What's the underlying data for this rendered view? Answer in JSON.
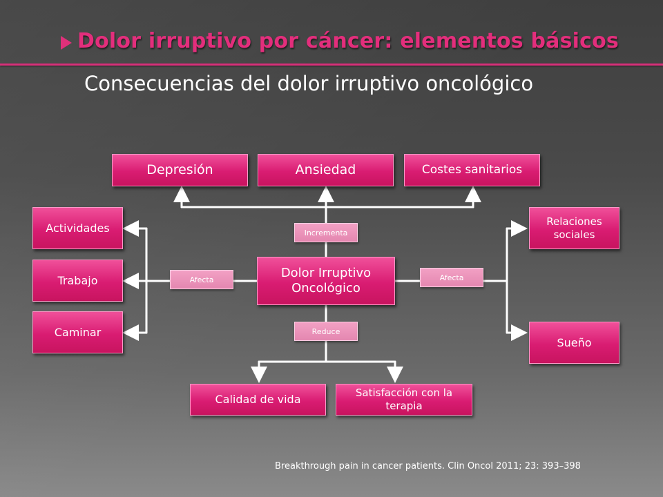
{
  "slide": {
    "title": "Dolor irruptivo por cáncer: elementos básicos",
    "subtitle": "Consecuencias del dolor irruptivo oncológico",
    "citation": "Breakthrough pain in cancer patients. Clin Oncol 2011; 23: 393–398"
  },
  "diagram": {
    "center": "Dolor Irruptivo Oncológico",
    "top": [
      "Depresión",
      "Ansiedad",
      "Costes sanitarios"
    ],
    "left": [
      "Actividades",
      "Trabajo",
      "Caminar"
    ],
    "right": [
      "Relaciones sociales",
      "Sueño"
    ],
    "bottom": [
      "Calidad de vida",
      "Satisfacción con la terapia"
    ],
    "labels": {
      "increments": "Incrementa",
      "affects_left": "Afecta",
      "affects_right": "Afecta",
      "reduces": "Reduce"
    }
  },
  "colors": {
    "accent": "#e32e7c",
    "box_fill": "#d91c72",
    "label_fill": "#e487b0",
    "connector": "#ffffff"
  }
}
